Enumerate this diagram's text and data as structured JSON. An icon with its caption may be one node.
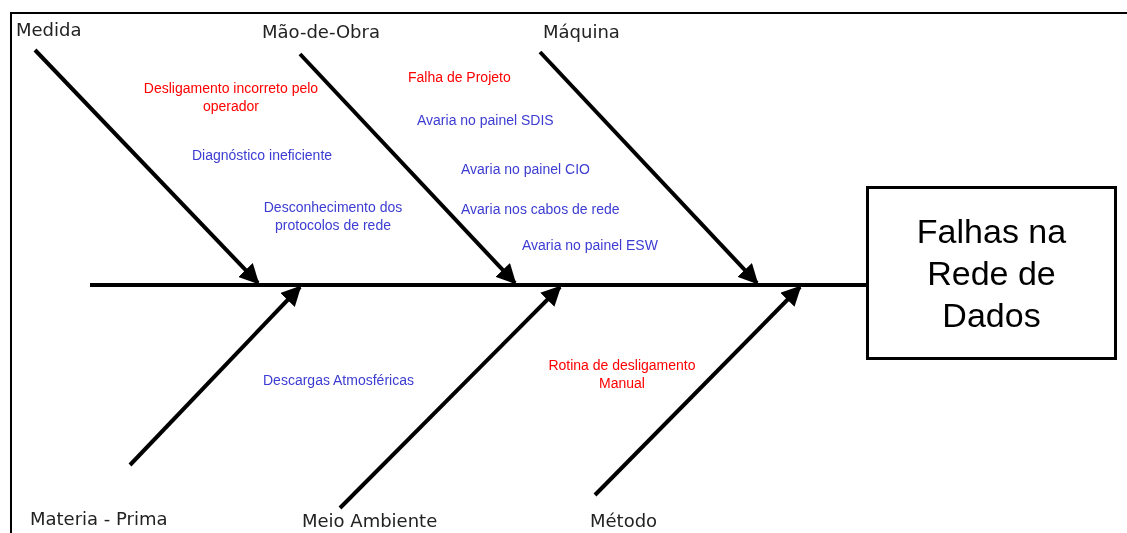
{
  "diagram": {
    "nodes": [
      {
        "text": [
          "Medida"
        ]
      },
      {
        "text": [
          "Mão-de-Obra"
        ]
      },
      {
        "text": [
          "Máquina"
        ]
      },
      {
        "text": [
          "Materia - Prima"
        ]
      },
      {
        "text": [
          "Meio Ambiente"
        ]
      },
      {
        "text": [
          "Método"
        ]
      },
      {
        "text": [],
        "shape": "bar"
      },
      {
        "text": [
          "Falhas na Rede de Dados"
        ]
      }
    ],
    "edges": [
      {
        "from": 0,
        "to": 6,
        "arrow": "to"
      },
      {
        "from": 1,
        "to": 6,
        "arrow": "to"
      },
      {
        "from": 2,
        "to": 6,
        "arrow": "to"
      },
      {
        "from": 3,
        "to": 6,
        "arrow": "to"
      },
      {
        "from": 4,
        "to": 6,
        "arrow": "to"
      },
      {
        "from": 5,
        "to": 6,
        "arrow": "to"
      },
      {
        "from": 6,
        "to": 7,
        "arrow": "none"
      }
    ],
    "labels": [
      "Desligamento incorreto pelo operador",
      "Falha de Projeto",
      "Avaria no painel SDIS",
      "Diagnóstico ineficiente",
      "Avaria no painel CIO",
      "Desconhecimento dos protocolos de rede",
      "Avaria nos cabos de rede",
      "Avaria no painel ESW",
      "Descargas Atmosféricas",
      "Rotina de desligamento Manual"
    ]
  }
}
